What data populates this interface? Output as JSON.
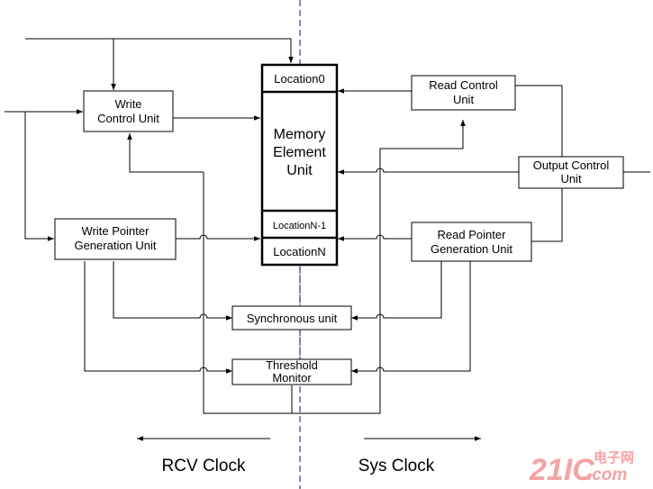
{
  "blocks": {
    "write_control": [
      "Write",
      "Control Unit"
    ],
    "write_pointer": [
      "Write Pointer",
      "Generation Unit"
    ],
    "memory_location0": "Location0",
    "memory_core": [
      "Memory",
      "Element",
      "Unit"
    ],
    "memory_location_n1": "LocationN-1",
    "memory_location_n": "LocationN",
    "read_control": [
      "Read Control",
      "Unit"
    ],
    "output_control": [
      "Output Control",
      "Unit"
    ],
    "read_pointer": [
      "Read Pointer",
      "Generation Unit"
    ],
    "synchronous": "Synchronous unit",
    "threshold": [
      "Threshold",
      "Monitor"
    ]
  },
  "clocks": {
    "left": "RCV Clock",
    "right": "Sys Clock"
  },
  "watermark": {
    "brand": "21IC",
    "cn": "电子网",
    "domain": ".com"
  },
  "colors": {
    "line": "#000000",
    "divider": "#3a3aa0",
    "logo": "#f4a4a4"
  }
}
